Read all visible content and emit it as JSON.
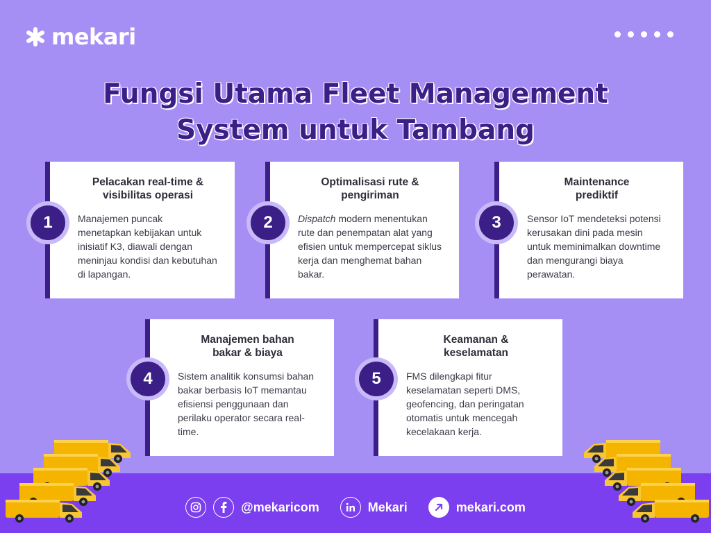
{
  "brand": {
    "name": "mekari"
  },
  "title": {
    "line1": "Fungsi Utama Fleet Management",
    "line2": "System untuk Tambang"
  },
  "cards": [
    {
      "number": "1",
      "title_line1": "Pelacakan real-time &",
      "title_line2": "visibilitas operasi",
      "body": "Manajemen puncak menetapkan kebijakan untuk inisiatif K3, diawali dengan meninjau kondisi dan kebutuhan di lapangan."
    },
    {
      "number": "2",
      "title_line1": "Optimalisasi rute &",
      "title_line2": "pengiriman",
      "body_em": "Dispatch",
      "body": " modern menentukan rute dan penempatan alat yang  efisien untuk mempercepat siklus kerja dan menghemat bahan bakar."
    },
    {
      "number": "3",
      "title_line1": "Maintenance",
      "title_line2": "prediktif",
      "body": "Sensor IoT mendeteksi potensi kerusakan dini pada mesin untuk meminimalkan downtime dan mengurangi biaya perawatan."
    },
    {
      "number": "4",
      "title_line1": "Manajemen bahan",
      "title_line2": "bakar & biaya",
      "body": "Sistem analitik konsumsi bahan bakar berbasis IoT memantau efisiensi penggunaan dan perilaku operator secara real-time."
    },
    {
      "number": "5",
      "title_line1": "Keamanan &",
      "title_line2": "keselamatan",
      "body": "FMS dilengkapi fitur keselamatan seperti DMS, geofencing, dan peringatan otomatis untuk mencegah kecelakaan kerja."
    }
  ],
  "footer": {
    "instagram_icon": "instagram-icon",
    "facebook_icon": "facebook-icon",
    "handle": "@mekaricom",
    "linkedin_icon": "linkedin-icon",
    "linkedin_name": "Mekari",
    "link_icon": "arrow-up-right-icon",
    "website": "mekari.com"
  },
  "colors": {
    "background": "#a68ff4",
    "accent": "#3b1e86",
    "footer": "#7b3ff0",
    "van": "#f4b400"
  }
}
